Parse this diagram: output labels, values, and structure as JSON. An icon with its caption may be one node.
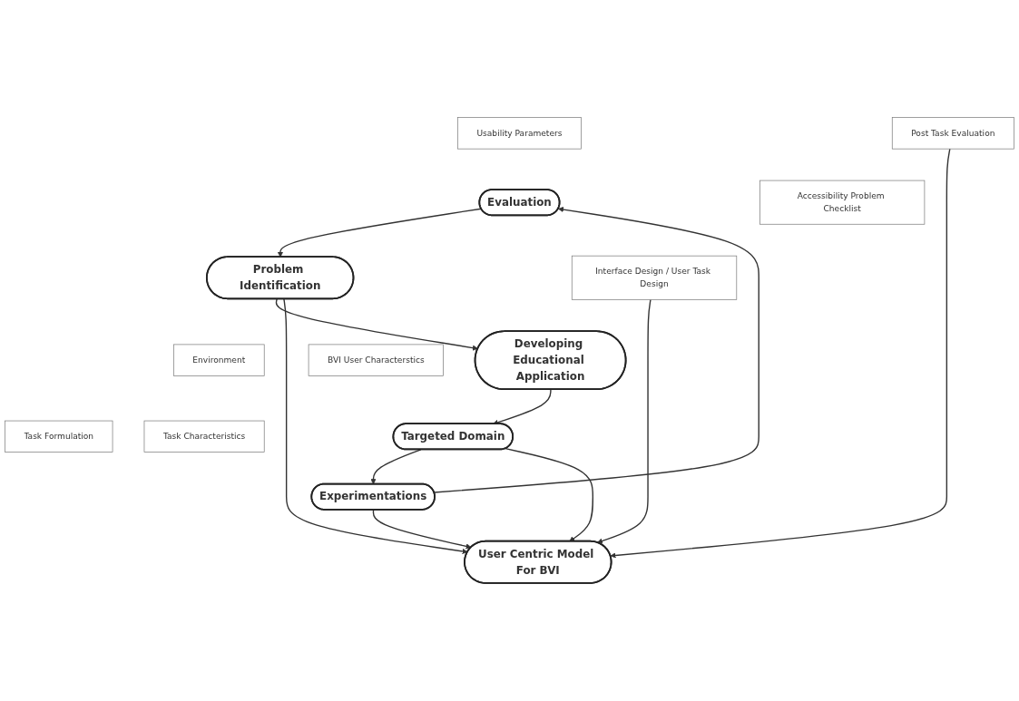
{
  "diagram": {
    "nodes": [
      {
        "text": [
          "Usability Parameters"
        ]
      },
      {
        "text": [
          "Evaluation"
        ]
      },
      {
        "text": [
          "Task Formulation"
        ]
      },
      {
        "text": [
          "Post Task Evaluation"
        ]
      },
      {
        "text": [
          "Accessibility Problem Checklist"
        ]
      },
      {
        "text": [
          "Task Characteristics"
        ]
      },
      {
        "text": [
          "Experimentations"
        ]
      },
      {
        "text": [
          "Problem Identification"
        ]
      },
      {
        "text": [
          "User Centric Model For BVI"
        ]
      },
      {
        "text": [
          "Environment"
        ]
      },
      {
        "text": [
          "Interface Design / User Task Design"
        ]
      },
      {
        "text": [
          "Targeted Domain"
        ]
      },
      {
        "text": [
          "Developing Educational Application"
        ]
      },
      {
        "text": [
          "BVI User Characterstics"
        ]
      }
    ],
    "edges": [
      {
        "from": 6,
        "to": 1,
        "arrow": "to"
      },
      {
        "from": 1,
        "to": 7,
        "arrow": "to"
      },
      {
        "from": 7,
        "to": 12,
        "arrow": "to"
      },
      {
        "from": 12,
        "to": 11,
        "arrow": "to"
      },
      {
        "from": 11,
        "to": 6,
        "arrow": "to"
      },
      {
        "from": 6,
        "to": 8,
        "arrow": "to"
      },
      {
        "from": 3,
        "to": 8,
        "arrow": "to"
      },
      {
        "from": 7,
        "to": 8,
        "arrow": "to"
      },
      {
        "from": 11,
        "to": 8,
        "arrow": "to"
      },
      {
        "from": 10,
        "to": 8,
        "arrow": "to"
      }
    ]
  }
}
